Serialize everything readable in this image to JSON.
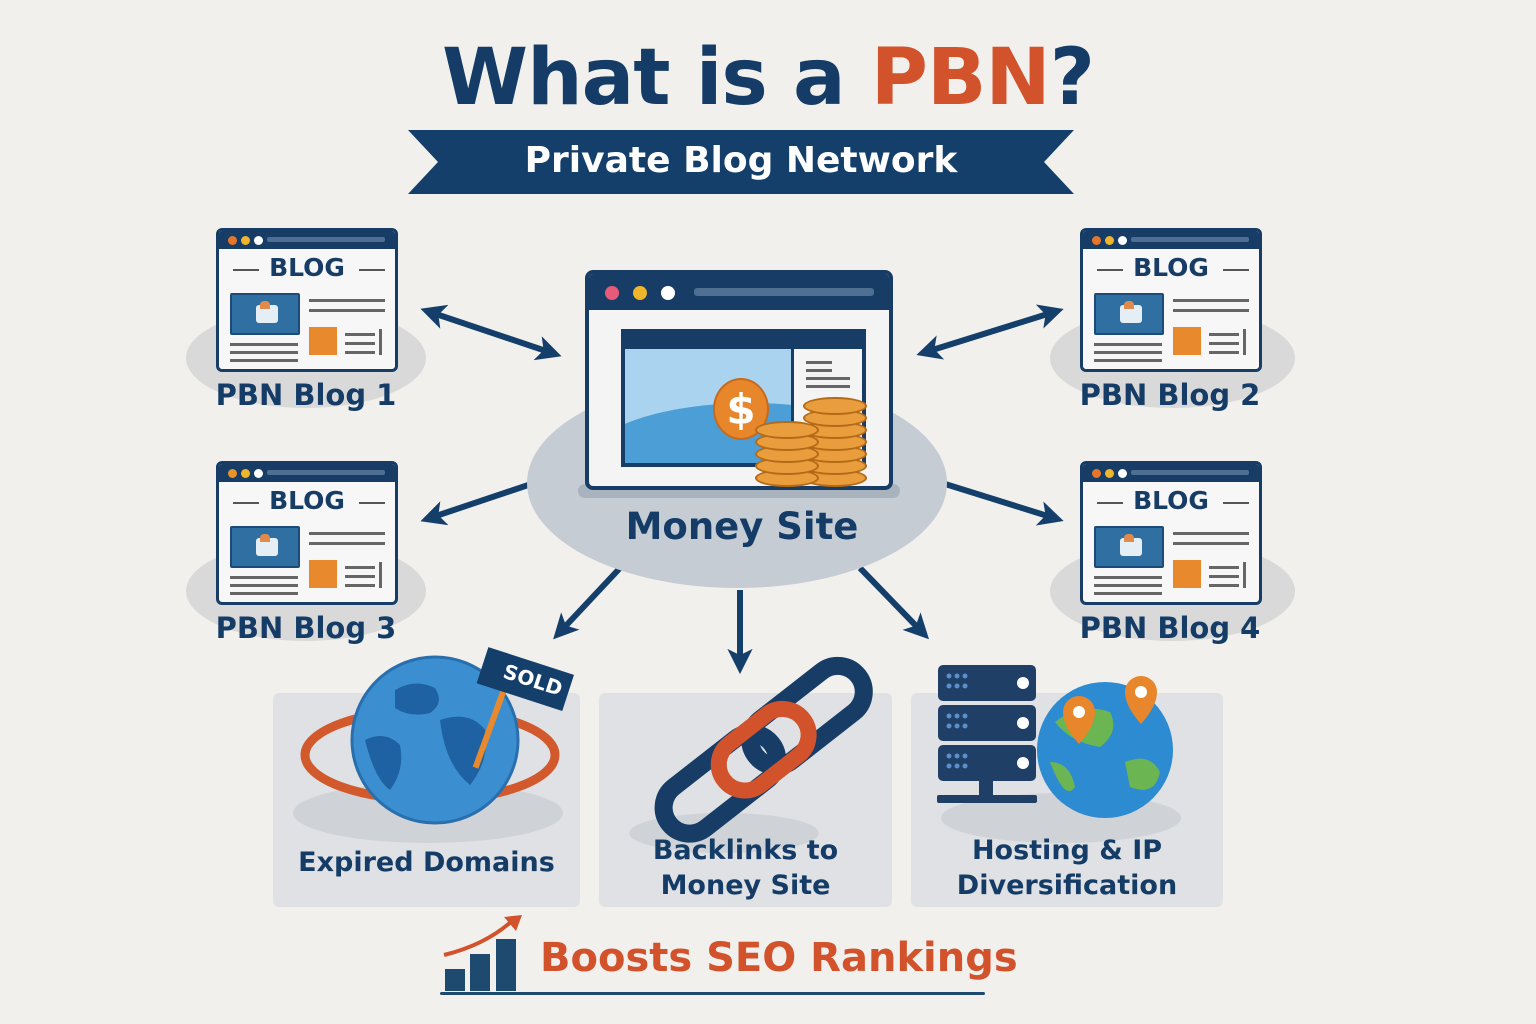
{
  "header": {
    "title_prefix": "What is a ",
    "title_accent": "PBN",
    "title_suffix": "?",
    "subtitle": "Private Blog Network"
  },
  "blogs": [
    {
      "heading": "BLOG",
      "label": "PBN Blog 1",
      "position": "top-left"
    },
    {
      "heading": "BLOG",
      "label": "PBN Blog 2",
      "position": "top-right"
    },
    {
      "heading": "BLOG",
      "label": "PBN Blog 3",
      "position": "bottom-left"
    },
    {
      "heading": "BLOG",
      "label": "PBN Blog 4",
      "position": "bottom-right"
    }
  ],
  "center": {
    "label": "Money Site",
    "icon": "dollar-icon",
    "symbol": "$"
  },
  "features": [
    {
      "label_line1": "Expired Domains",
      "label_line2": "",
      "icon": "globe-sold-sign-icon",
      "sign_text": "SOLD"
    },
    {
      "label_line1": "Backlinks to",
      "label_line2": "Money Site",
      "icon": "chain-link-icon"
    },
    {
      "label_line1": "Hosting & IP",
      "label_line2": "Diversification",
      "icon": "server-globe-icon"
    }
  ],
  "footer": {
    "label": "Boosts SEO Rankings",
    "icon": "growth-chart-icon"
  },
  "colors": {
    "background": "#f2f0ed",
    "primary_navy": "#143c66",
    "accent_orange": "#d2522b",
    "coin_orange": "#e99d3c",
    "card_gray": "#dfe1e4",
    "ellipse_gray": "#c5ccd4"
  },
  "connections": [
    {
      "from": "PBN Blog 1",
      "to": "Money Site",
      "type": "bidirectional"
    },
    {
      "from": "PBN Blog 2",
      "to": "Money Site",
      "type": "bidirectional"
    },
    {
      "from": "PBN Blog 3",
      "to": "Money Site",
      "type": "bidirectional"
    },
    {
      "from": "PBN Blog 4",
      "to": "Money Site",
      "type": "bidirectional"
    },
    {
      "from": "Money Site",
      "to": "Expired Domains",
      "type": "directed"
    },
    {
      "from": "Money Site",
      "to": "Backlinks to Money Site",
      "type": "directed"
    },
    {
      "from": "Money Site",
      "to": "Hosting & IP Diversification",
      "type": "directed"
    }
  ]
}
